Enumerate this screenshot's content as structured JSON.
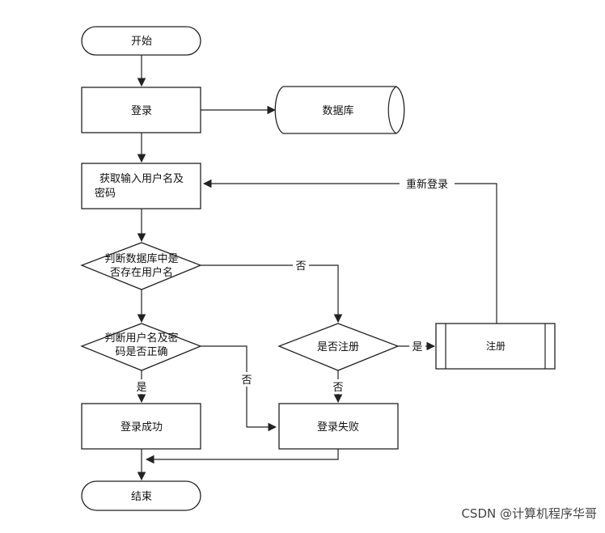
{
  "nodes": {
    "start": "开始",
    "login": "登录",
    "database": "数据库",
    "get_input_1": "获取输入用户名及",
    "get_input_2": "密码",
    "check_user_1": "判断数据库中是",
    "check_user_2": "否存在用户名",
    "check_pwd_1": "判断用户名及密",
    "check_pwd_2": "码是否正确",
    "check_register": "是否注册",
    "register": "注册",
    "login_success": "登录成功",
    "login_fail": "登录失败",
    "end": "结束"
  },
  "edge_labels": {
    "relogin": "重新登录",
    "no_user": "否",
    "yes_register": "是",
    "no_register": "否",
    "pwd_yes": "是",
    "pwd_no": "否"
  },
  "watermark": "CSDN @计算机程序华哥"
}
